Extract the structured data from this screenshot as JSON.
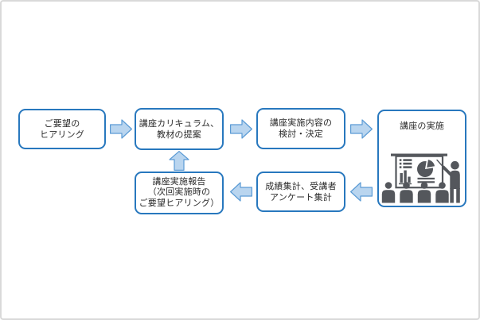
{
  "diagram": {
    "description": "course-delivery-cycle-flowchart",
    "boxes": [
      {
        "id": "request-hearing",
        "lines": [
          "ご要望の",
          "ヒアリング"
        ]
      },
      {
        "id": "curriculum-proposal",
        "lines": [
          "講座カリキュラム、",
          "教材の提案"
        ]
      },
      {
        "id": "implementation-review",
        "lines": [
          "講座実施内容の",
          "検討・決定"
        ]
      },
      {
        "id": "course-implementation",
        "lines": [
          "講座の実施"
        ]
      },
      {
        "id": "implementation-report",
        "lines": [
          "講座実施報告",
          "（次回実施時の",
          "ご要望ヒアリング）"
        ]
      },
      {
        "id": "results-survey-tally",
        "lines": [
          "成績集計、受講者",
          "アンケート集計"
        ]
      }
    ],
    "arrows": [
      {
        "id": "arrow-1",
        "direction": "right",
        "from": "request-hearing",
        "to": "curriculum-proposal"
      },
      {
        "id": "arrow-2",
        "direction": "right",
        "from": "curriculum-proposal",
        "to": "implementation-review"
      },
      {
        "id": "arrow-3",
        "direction": "right",
        "from": "implementation-review",
        "to": "course-implementation"
      },
      {
        "id": "arrow-4",
        "direction": "left",
        "from": "course-implementation",
        "to": "results-survey-tally"
      },
      {
        "id": "arrow-5",
        "direction": "left",
        "from": "results-survey-tally",
        "to": "implementation-report"
      },
      {
        "id": "arrow-6",
        "direction": "up",
        "from": "implementation-report",
        "to": "curriculum-proposal"
      }
    ]
  },
  "colors": {
    "canvas_bg": "#ffffff",
    "canvas_border": "#d9d9d9",
    "box_fill": "#ffffff",
    "box_border": "#2878be",
    "arrow_fill": "#b9d5ef",
    "arrow_stroke": "#5b9bd5",
    "text": "#2b2b2b",
    "illustration": "#54575c"
  }
}
